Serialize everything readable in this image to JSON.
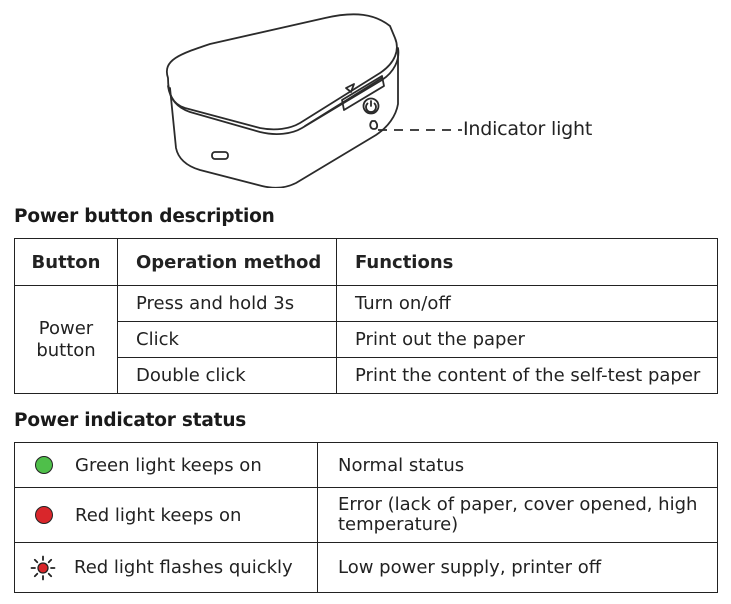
{
  "figure": {
    "indicator_label": "Indicator light"
  },
  "table1": {
    "title": "Power button description",
    "headers": [
      "Button",
      "Operation method",
      "Functions"
    ],
    "button_label": "Power button",
    "rows": [
      {
        "method": "Press and hold 3s",
        "function": "Turn on/off"
      },
      {
        "method": "Click",
        "function": "Print out the paper"
      },
      {
        "method": "Double click",
        "function": "Print the content of the self-test paper"
      }
    ]
  },
  "table2": {
    "title": "Power indicator status",
    "rows": [
      {
        "icon": "green-dot-icon",
        "color": "#4fbf4a",
        "state": "Green light keeps on",
        "meaning": "Normal status"
      },
      {
        "icon": "red-dot-icon",
        "color": "#d9262b",
        "state": "Red light keeps on",
        "meaning": "Error (lack of paper, cover opened, high temperature)"
      },
      {
        "icon": "red-flash-icon",
        "color": "#d9262b",
        "state": "Red light flashes quickly",
        "meaning": "Low power supply, printer off"
      }
    ]
  }
}
